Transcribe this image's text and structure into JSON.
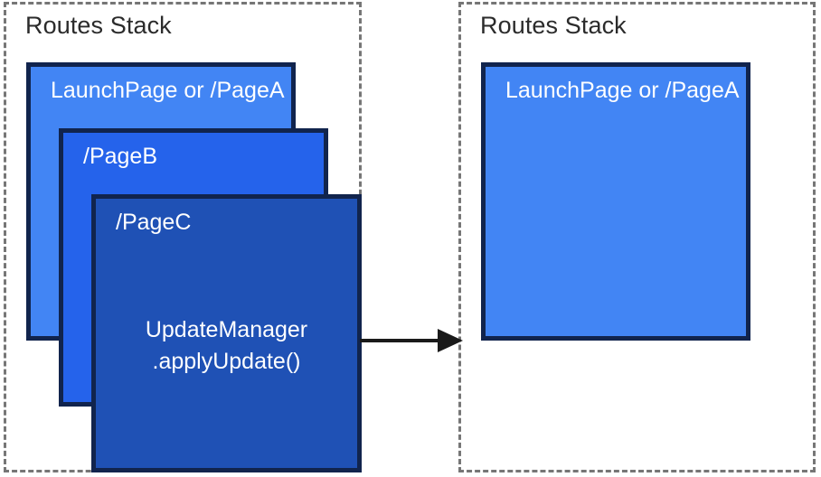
{
  "diagram": {
    "type": "route-stack-transition",
    "colors": {
      "card_border": "#11244d",
      "panel_border": "#767676",
      "page_a": "#4285f4",
      "page_b": "#2563eb",
      "page_c": "#1f51b5",
      "title_text": "#2b2b2b",
      "card_text": "#ffffff",
      "arrow": "#1a1a1a",
      "background": "#ffffff"
    }
  },
  "before": {
    "title": "Routes Stack",
    "cards": [
      {
        "label": "LaunchPage or /PageA",
        "body": ""
      },
      {
        "label": "/PageB",
        "body": ""
      },
      {
        "label": "/PageC",
        "body_line1": "UpdateManager",
        "body_line2": ".applyUpdate()"
      }
    ]
  },
  "after": {
    "title": "Routes Stack",
    "cards": [
      {
        "label": "LaunchPage or /PageA",
        "body": ""
      }
    ]
  },
  "arrow": {
    "name": "transition-arrow",
    "direction": "right"
  }
}
